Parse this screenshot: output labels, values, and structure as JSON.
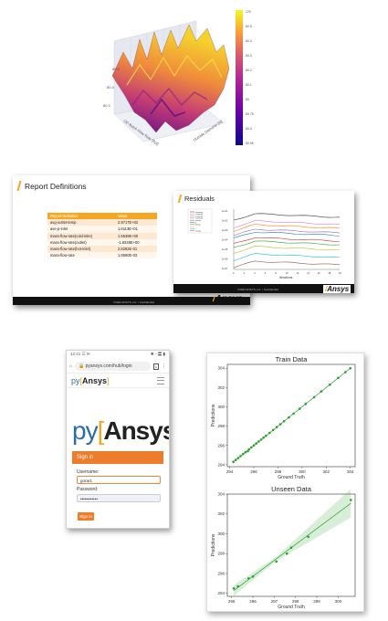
{
  "surface_plot": {
    "colorbar_ticks": [
      "120",
      "80.5",
      "80.4",
      "80.3",
      "80.2",
      "80.1",
      "80",
      "80.75",
      "80.4",
      "80.55"
    ],
    "axis_labels": [
      "OD Batch Flow Rate [Rpl]",
      "Outside Diameter [m]"
    ],
    "z_ticks": [
      "80.5",
      "80.4",
      "80.3"
    ],
    "colormap": [
      "#0d0887",
      "#6a00a8",
      "#b12a90",
      "#e16462",
      "#fca636",
      "#f0f921"
    ]
  },
  "report_slide": {
    "title": "Report Definitions",
    "table_headers": [
      "Report Definition",
      "Value"
    ],
    "rows": [
      {
        "name": "avg-outlet-temp",
        "value": "2.9717E+02"
      },
      {
        "name": "ave-p-inlet",
        "value": "1.6113E+01"
      },
      {
        "name": "mass-flow-rate(cold-inlet)",
        "value": "1.5539E+00"
      },
      {
        "name": "mass-flow-rate(outlet)",
        "value": "-1.8348E+00"
      },
      {
        "name": "mass-flow-rate(hot-inlet)",
        "value": "2.8282E-01"
      },
      {
        "name": "mass-flow-rate",
        "value": "1.8590E-03"
      }
    ],
    "footer": "©2022 ANSYS, Inc. / Confidential",
    "logo": "Ansys"
  },
  "residuals_slide": {
    "title": "Residuals",
    "xlabel": "Iterations",
    "x_ticks": [
      "0",
      "2",
      "4",
      "6",
      "8",
      "10",
      "12",
      "14",
      "16",
      "18",
      "20"
    ],
    "y_ticks": [
      "1e-01",
      "1e-02",
      "1e-03",
      "1e-04",
      "1e-05",
      "1e-06",
      "1e-07"
    ],
    "legend": [
      "continuity",
      "x-velocity",
      "y-velocity",
      "z-velocity",
      "energy",
      "k",
      "omega",
      "...",
      "...",
      "energy"
    ],
    "series_colors": [
      "#333333",
      "#e377c2",
      "#ff7f0e",
      "#9467bd",
      "#1f77b4",
      "#d62728",
      "#2ca02c",
      "#bcbd22",
      "#17becf",
      "#8c564b"
    ],
    "footer": "©2022 ANSYS, Inc. / Confidential",
    "logo": "Ansys"
  },
  "phone": {
    "status_left": "12:41 ☰ ✉",
    "status_right": "✱ ◦ 〓 ▮",
    "url": "pyansys.com/hub/login",
    "tab_count": "1",
    "small_logo_py": "py",
    "small_logo_ansys": "Ansys",
    "big_logo_py": "py",
    "big_logo_ansys": "Ansys",
    "signin_header": "Sign in",
    "username_label": "Username:",
    "username_value": "gorar1",
    "password_label": "Password:",
    "password_value": "••••••••••••",
    "signin_button": "Sign in"
  },
  "chart_data": [
    {
      "type": "scatter",
      "title": "Train Data",
      "xlabel": "Ground Truth",
      "ylabel": "Predictions",
      "xlim": [
        293.8,
        304.4
      ],
      "ylim": [
        293.8,
        304.4
      ],
      "x_ticks": [
        294,
        296,
        298,
        300,
        302,
        304
      ],
      "y_ticks": [
        294,
        296,
        298,
        300,
        302,
        304
      ],
      "color": "#2ca02c",
      "x": [
        294.3,
        294.5,
        294.7,
        294.9,
        295.1,
        295.3,
        295.5,
        295.6,
        295.8,
        296.0,
        296.2,
        296.4,
        296.6,
        296.8,
        297.0,
        297.3,
        297.6,
        297.9,
        298.2,
        298.5,
        298.9,
        299.3,
        299.8,
        300.3,
        301.0,
        301.6,
        302.3,
        303.0,
        303.6,
        304.0
      ],
      "y": [
        294.3,
        294.5,
        294.7,
        294.9,
        295.1,
        295.3,
        295.4,
        295.6,
        295.8,
        296.0,
        296.2,
        296.4,
        296.6,
        296.8,
        297.0,
        297.3,
        297.6,
        297.9,
        298.2,
        298.5,
        298.9,
        299.3,
        299.8,
        300.3,
        301.0,
        301.6,
        302.3,
        303.0,
        303.6,
        304.0
      ]
    },
    {
      "type": "scatter",
      "title": "Unseen Data",
      "xlabel": "Ground Truth",
      "ylabel": "Predictions",
      "xlim": [
        294.8,
        300.8
      ],
      "ylim": [
        293.7,
        304.0
      ],
      "x_ticks": [
        295,
        296,
        297,
        298,
        299,
        300
      ],
      "y_ticks": [
        294,
        296,
        298,
        300,
        302,
        304
      ],
      "color": "#2ca02c",
      "x": [
        295.1,
        295.3,
        295.8,
        296.0,
        297.1,
        297.6,
        297.8,
        298.6,
        300.6
      ],
      "y": [
        294.5,
        294.7,
        295.5,
        295.7,
        297.2,
        298.0,
        298.6,
        299.7,
        303.4
      ]
    }
  ]
}
